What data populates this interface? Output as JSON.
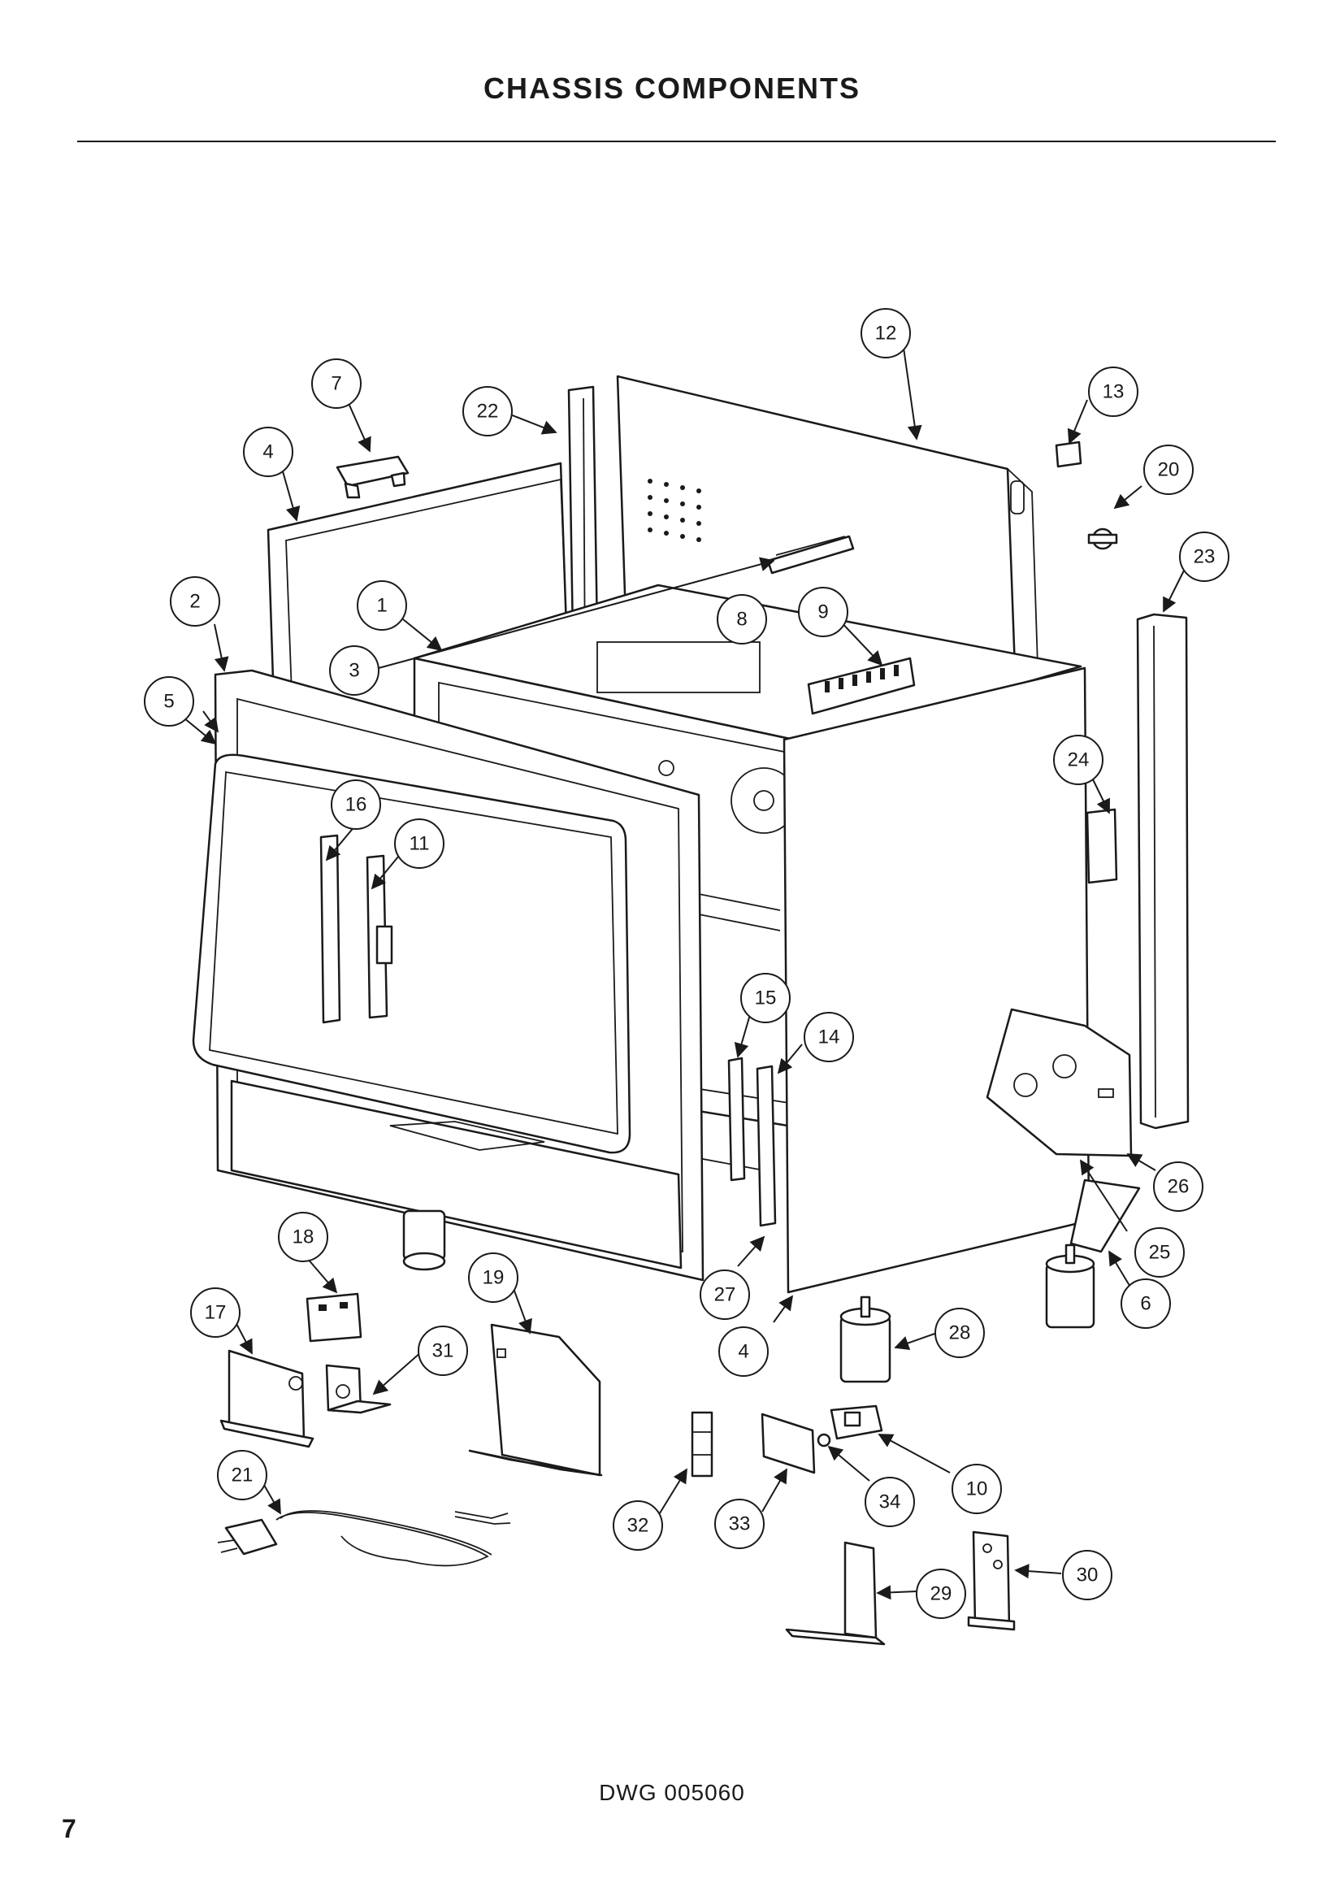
{
  "page": {
    "title": "CHASSIS COMPONENTS",
    "drawing_number": "DWG 005060",
    "page_number": "7"
  },
  "callouts": [
    {
      "id": "c1",
      "label": "1"
    },
    {
      "id": "c2",
      "label": "2"
    },
    {
      "id": "c3",
      "label": "3"
    },
    {
      "id": "c4a",
      "label": "4"
    },
    {
      "id": "c4b",
      "label": "4"
    },
    {
      "id": "c5",
      "label": "5"
    },
    {
      "id": "c6",
      "label": "6"
    },
    {
      "id": "c7",
      "label": "7"
    },
    {
      "id": "c8",
      "label": "8"
    },
    {
      "id": "c9",
      "label": "9"
    },
    {
      "id": "c10",
      "label": "10"
    },
    {
      "id": "c11",
      "label": "11"
    },
    {
      "id": "c12",
      "label": "12"
    },
    {
      "id": "c13",
      "label": "13"
    },
    {
      "id": "c14",
      "label": "14"
    },
    {
      "id": "c15",
      "label": "15"
    },
    {
      "id": "c16",
      "label": "16"
    },
    {
      "id": "c17",
      "label": "17"
    },
    {
      "id": "c18",
      "label": "18"
    },
    {
      "id": "c19",
      "label": "19"
    },
    {
      "id": "c20",
      "label": "20"
    },
    {
      "id": "c21",
      "label": "21"
    },
    {
      "id": "c22",
      "label": "22"
    },
    {
      "id": "c23",
      "label": "23"
    },
    {
      "id": "c24",
      "label": "24"
    },
    {
      "id": "c25",
      "label": "25"
    },
    {
      "id": "c26",
      "label": "26"
    },
    {
      "id": "c27",
      "label": "27"
    },
    {
      "id": "c28",
      "label": "28"
    },
    {
      "id": "c29",
      "label": "29"
    },
    {
      "id": "c30",
      "label": "30"
    },
    {
      "id": "c31",
      "label": "31"
    },
    {
      "id": "c32",
      "label": "32"
    },
    {
      "id": "c33",
      "label": "33"
    },
    {
      "id": "c34",
      "label": "34"
    }
  ]
}
